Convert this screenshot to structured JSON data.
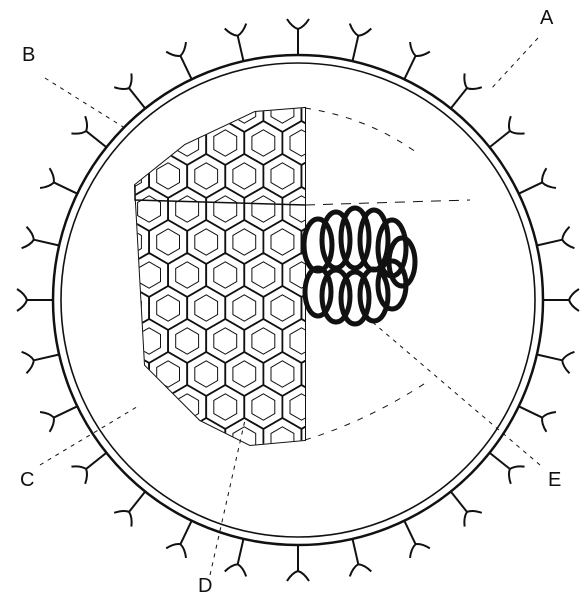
{
  "diagram": {
    "labels": {
      "a": "A",
      "b": "B",
      "c": "C",
      "d": "D",
      "e": "E"
    },
    "spike_count": 28,
    "colors": {
      "ink": "#111111",
      "paper": "#ffffff",
      "capsid_shade": "#dcdcdc"
    }
  }
}
